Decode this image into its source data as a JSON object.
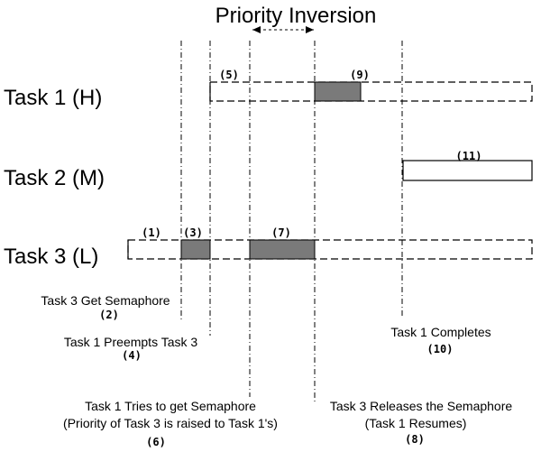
{
  "title": "Priority Inversion",
  "tasks": {
    "task1": "Task 1 (H)",
    "task2": "Task 2 (M)",
    "task3": "Task 3 (L)"
  },
  "events": {
    "e1": "(1)",
    "e2": "(2)",
    "e3": "(3)",
    "e4": "(4)",
    "e5": "(5)",
    "e6": "(6)",
    "e7": "(7)",
    "e8": "(8)",
    "e9": "(9)",
    "e10": "(10)",
    "e11": "(11)"
  },
  "captions": {
    "task3_get_semaphore": "Task 3 Get Semaphore",
    "task1_preempts": "Task 1 Preempts Task 3",
    "task1_tries_line1": "Task 1 Tries to get Semaphore",
    "task1_tries_line2": "(Priority of Task 3 is raised to Task 1's)",
    "task3_releases_line1": "Task 3 Releases the Semaphore",
    "task3_releases_line2": "(Task 1 Resumes)",
    "task1_completes": "Task 1 Completes"
  },
  "colors": {
    "semaphore_fill": "#7a7a7a",
    "line": "#000000"
  }
}
